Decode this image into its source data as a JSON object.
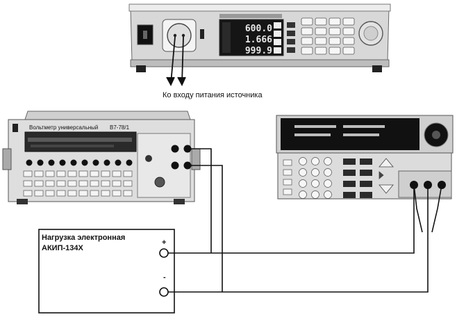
{
  "power_source": {
    "display_values": [
      "600.0",
      "1.666",
      "999.9"
    ],
    "cable_label": "Ко входу питания источника"
  },
  "multimeter": {
    "title": "Вольтметр универсальный",
    "model": "В7-78/1"
  },
  "load": {
    "title_line1": "Нагрузка электронная",
    "title_line2": "АКИП-134Х",
    "plus_label": "+",
    "minus_label": "-"
  }
}
